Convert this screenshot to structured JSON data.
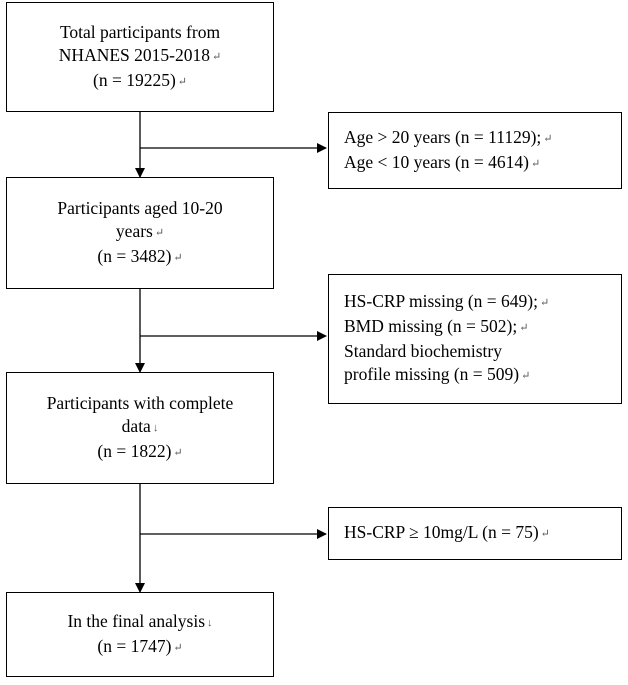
{
  "flowchart": {
    "boxes": [
      {
        "id": "total-participants",
        "lines": [
          {
            "text": "Total participants from",
            "mark": ""
          },
          {
            "text": "NHANES 2015-2018",
            "mark": "↵"
          },
          {
            "text": "(n = 19225)",
            "mark": "↵"
          }
        ]
      },
      {
        "id": "aged-10-20",
        "lines": [
          {
            "text": "Participants aged 10-20",
            "mark": ""
          },
          {
            "text": "years",
            "mark": "↵"
          },
          {
            "text": "(n = 3482)",
            "mark": "↵"
          }
        ]
      },
      {
        "id": "complete-data",
        "lines": [
          {
            "text": "Participants with complete",
            "mark": ""
          },
          {
            "text": "data",
            "mark": "↓"
          },
          {
            "text": "(n = 1822)",
            "mark": "↵"
          }
        ]
      },
      {
        "id": "final-analysis",
        "lines": [
          {
            "text": "In the final analysis",
            "mark": "↓"
          },
          {
            "text": "(n = 1747)",
            "mark": "↵"
          }
        ]
      }
    ],
    "exclusions": [
      {
        "id": "age-exclusion",
        "lines": [
          {
            "text": "Age > 20 years (n = 11129);",
            "mark": "↵"
          },
          {
            "text": "Age < 10 years (n = 4614)",
            "mark": "↵"
          }
        ]
      },
      {
        "id": "missing-exclusion",
        "lines": [
          {
            "text": "HS-CRP missing (n = 649);",
            "mark": "↵"
          },
          {
            "text": "BMD missing (n = 502);",
            "mark": "↵"
          },
          {
            "text": "Standard biochemistry",
            "mark": ""
          },
          {
            "text": "profile missing (n = 509)",
            "mark": "↵"
          }
        ]
      },
      {
        "id": "hscrp-exclusion",
        "lines": [
          {
            "text": "HS-CRP ≥ 10mg/L (n = 75)",
            "mark": "↵"
          }
        ]
      }
    ]
  }
}
